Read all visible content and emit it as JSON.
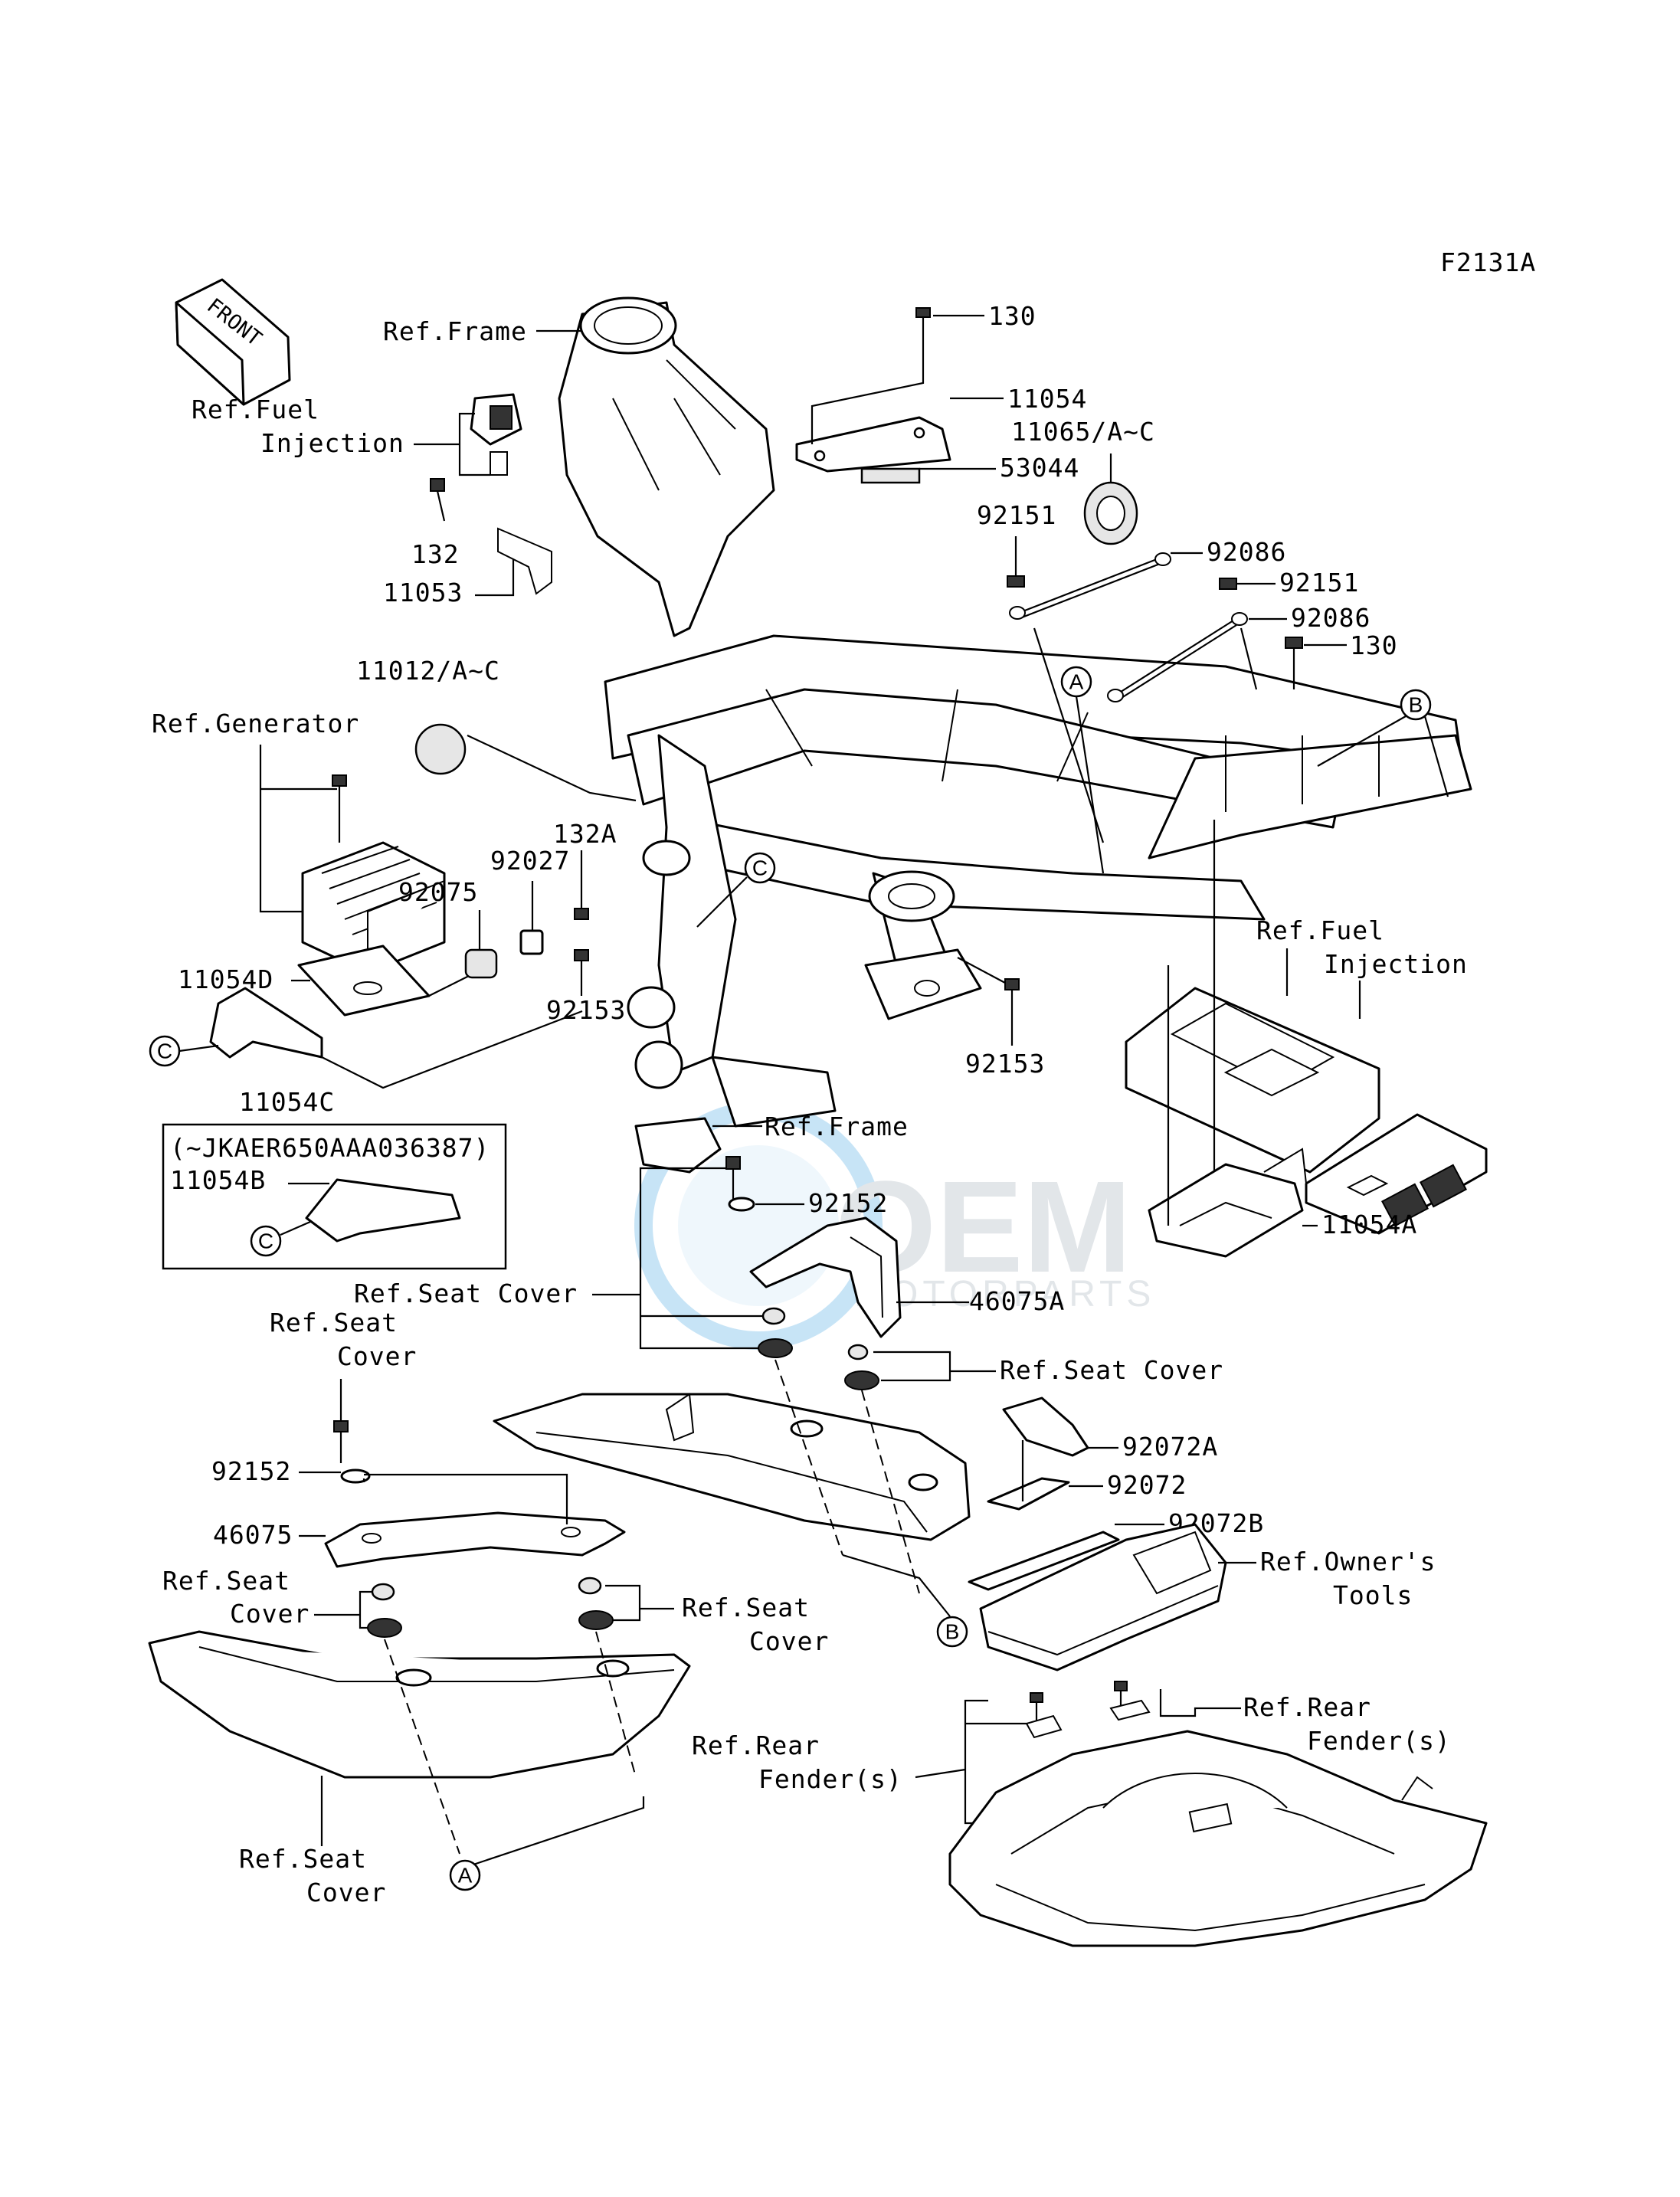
{
  "diagram_code": "F2131A",
  "front_arrow": "FRONT",
  "watermark": {
    "brand": "OEM",
    "sub": "MOTORPARTS"
  },
  "labels": {
    "ref_frame_top": "Ref.Frame",
    "ref_fuel_injection_left_1": "Ref.Fuel",
    "ref_fuel_injection_left_2": "Injection",
    "p132": "132",
    "p11053": "11053",
    "p130_top": "130",
    "p11054": "11054",
    "p11065": "11065/A~C",
    "p53044": "53044",
    "p92151_a": "92151",
    "p92086_a": "92086",
    "p92151_b": "92151",
    "p92086_b": "92086",
    "p130_right": "130",
    "p11012": "11012/A~C",
    "ref_generator": "Ref.Generator",
    "p132A": "132A",
    "p92027": "92027",
    "p92075": "92075",
    "p11054D": "11054D",
    "p92153_left": "92153",
    "p11054C": "11054C",
    "p92153_right": "92153",
    "ref_fuel_injection_right_1": "Ref.Fuel",
    "ref_fuel_injection_right_2": "Injection",
    "ref_frame_mid": "Ref.Frame",
    "variant_note": "(~JKAER650AAA036387)",
    "p11054B": "11054B",
    "p92152_top": "92152",
    "p11054A": "11054A",
    "ref_seat_cover_1": "Ref.Seat Cover",
    "p46075A": "46075A",
    "ref_seat_cover_2a": "Ref.Seat",
    "ref_seat_cover_2b": "Cover",
    "ref_seat_cover_3": "Ref.Seat Cover",
    "p92072A": "92072A",
    "p92072": "92072",
    "p92072B": "92072B",
    "p92152_bottom": "92152",
    "p46075": "46075",
    "ref_seat_cover_4a": "Ref.Seat",
    "ref_seat_cover_4b": "Cover",
    "ref_seat_cover_5a": "Ref.Seat",
    "ref_seat_cover_5b": "Cover",
    "ref_owners_tools_1": "Ref.Owner's",
    "ref_owners_tools_2": "Tools",
    "ref_rear_fender_left_1": "Ref.Rear",
    "ref_rear_fender_left_2": "Fender(s)",
    "ref_rear_fender_right_1": "Ref.Rear",
    "ref_rear_fender_right_2": "Fender(s)",
    "ref_seat_cover_6a": "Ref.Seat",
    "ref_seat_cover_6b": "Cover"
  },
  "callouts": {
    "A": "A",
    "B": "B",
    "C": "C"
  }
}
